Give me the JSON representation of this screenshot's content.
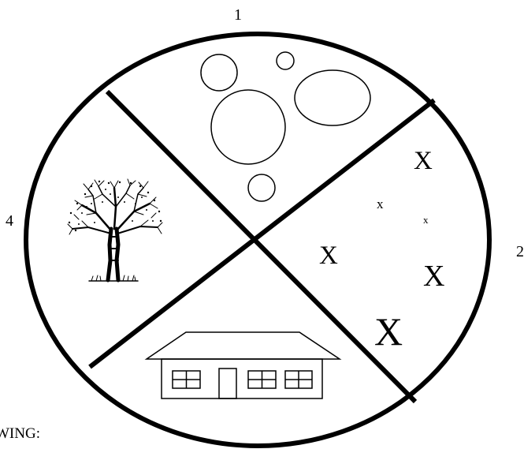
{
  "labels": {
    "top": "1",
    "right": "2",
    "left": "4"
  },
  "x_marks": [
    "X",
    "x",
    "x",
    "X",
    "X",
    "X"
  ],
  "caption": "WING:",
  "colors": {
    "stroke": "#000000",
    "background": "#ffffff"
  },
  "icons": [
    "circle-shapes",
    "tree-icon",
    "house-icon"
  ]
}
